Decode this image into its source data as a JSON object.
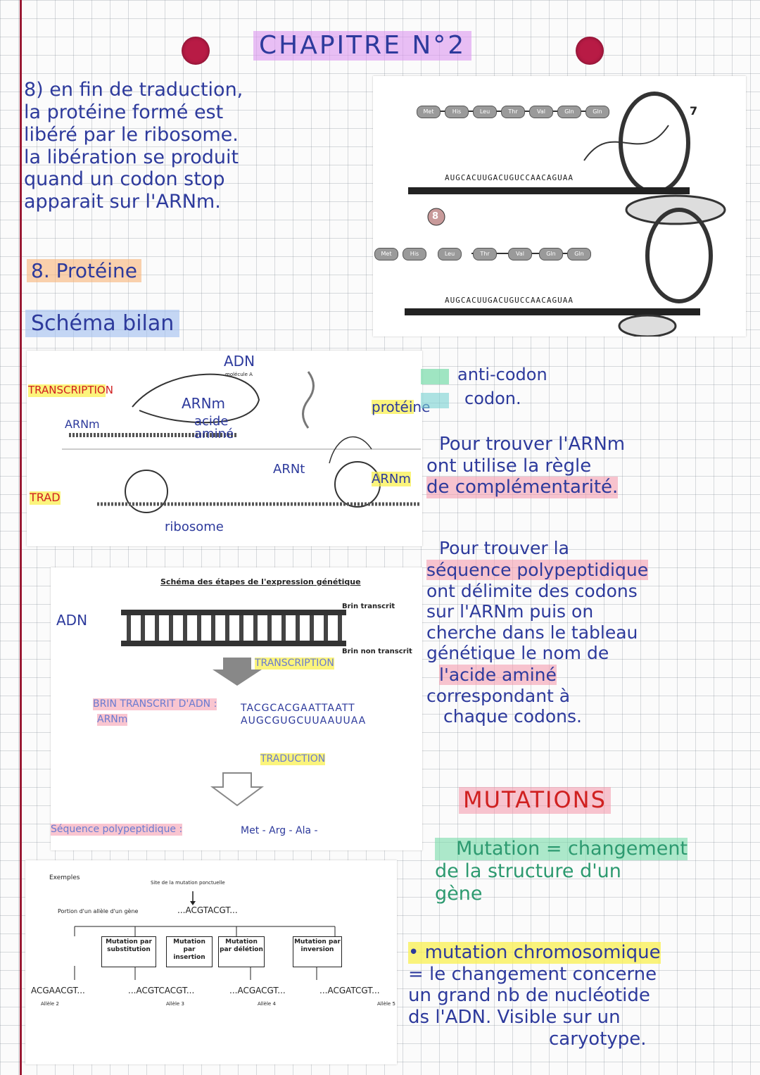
{
  "header": {
    "title": "CHAPITRE N°2"
  },
  "note8": {
    "lines": [
      "8) en fin de traduction,",
      "la protéine formé est",
      "libéré par le ribosome.",
      "la libération se produit",
      "quand un codon stop",
      "apparait sur l'ARNm."
    ]
  },
  "label8": "8. Protéine",
  "schema_title": "Schéma bilan",
  "translation_fig": {
    "top_chain": [
      "Met",
      "His",
      "Leu",
      "Thr",
      "Val",
      "Gln",
      "Gln"
    ],
    "top_seq": "AUGCACUUGACUGUCCAACAGUAA",
    "bottom_chain": [
      "Met",
      "His",
      "Leu",
      "Thr",
      "Val",
      "Gln",
      "Gln"
    ],
    "bottom_seq": "AUGCACUUGACUGUCCAACAGUAA",
    "num7": "7",
    "num8": "8"
  },
  "bilan_fig": {
    "adn": "ADN",
    "molecule_a": "molécule A",
    "transcription": "TRANSCRIPTION",
    "arnm_left": "ARNm",
    "arnm_mid": "ARNm",
    "acide_amine": "acide aminé",
    "proteine": "protéine",
    "arnt": "ARNt",
    "arnm_right": "ARNm",
    "trad": "TRAD",
    "ribosome": "ribosome"
  },
  "legend": {
    "anticodon": "anti-codon",
    "codon": "codon."
  },
  "text_arnm": [
    "Pour trouver l'ARNm",
    "ont utilise la règle",
    "de complémentarité."
  ],
  "text_seq": [
    "Pour trouver la",
    "séquence polypeptidique",
    "ont délimite des codons",
    "sur l'ARNm puis on",
    "cherche dans le tableau",
    "génétique le nom de",
    "l'acide aminé",
    "correspondant à",
    "chaque codons."
  ],
  "expression_fig": {
    "title": "Schéma des étapes de l'expression génétique",
    "adn": "ADN",
    "strand_top": "Brin transcrit",
    "strand_bottom": "Brin non transcrit",
    "transcription": "TRANSCRIPTION",
    "brin_label": "BRIN TRANSCRIT D'ADN :",
    "brin_seq": "TACGCACGAATTAATT",
    "arnm_label": "ARNm",
    "arnm_seq": "AUGCGUGCUUAAUUAA",
    "traduction": "TRADUCTION",
    "seq_label": "Séquence polypeptidique :",
    "seq_value": "Met - Arg - Ala -"
  },
  "mutations": {
    "title": "MUTATIONS",
    "def": [
      "Mutation = changement",
      "de la structure d'un",
      "gène"
    ],
    "chromo": [
      "• mutation chromosomique",
      "= le changement concerne",
      "un grand nb de nucléotide",
      "ds l'ADN. Visible sur un",
      "caryotype."
    ]
  },
  "mutation_fig": {
    "examples": "Exemples",
    "site": "Site de la mutation ponctuelle",
    "portion": "Portion d'un allèle d'un gène",
    "original": "...ACGTACGT...",
    "types": [
      "Mutation par substitution",
      "Mutation par insertion",
      "Mutation par délétion",
      "Mutation par inversion"
    ],
    "results": [
      "ACGAACGT...",
      "...ACGTCACGT...",
      "...ACGACGT...",
      "...ACGATCGT..."
    ],
    "alleles": [
      "Allèle 2",
      "Allèle 3",
      "Allèle 4",
      "Allèle 5"
    ]
  }
}
